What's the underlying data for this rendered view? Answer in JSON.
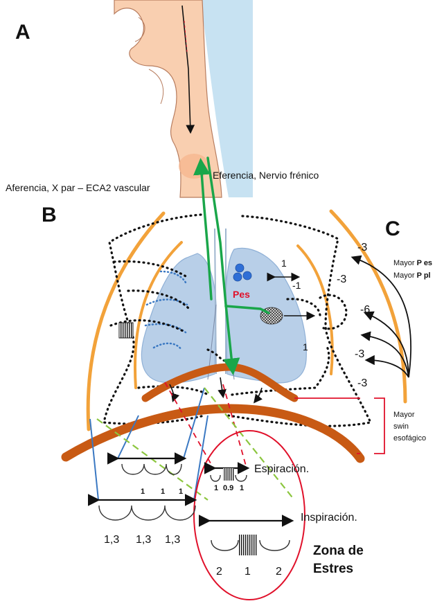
{
  "panels": {
    "a": "A",
    "b": "B",
    "c": "C"
  },
  "nerves": {
    "afferent": "Aferencia, X par – ECA2 vascular",
    "efferent": "Eferencia, Nervio frénico"
  },
  "pes_label": "Pes",
  "pressures": {
    "top_right": "-3",
    "right_1": "-3",
    "right_2": "-6",
    "right_3": "-3",
    "right_4": "-3",
    "inner_pos": "1",
    "inner_neg": "-1",
    "lower_lung": "1"
  },
  "side_notes": {
    "mayor_pes_prefix": "Mayor ",
    "mayor_pes_bold": "P es",
    "mayor_ppl_prefix": "Mayor ",
    "mayor_ppl_bold": "P pl",
    "swing_1": "Mayor",
    "swing_2": "swin",
    "swing_3": "esofágico"
  },
  "phases": {
    "expiration": "Espiración.",
    "inspiration": "Inspiración."
  },
  "alveoli_values": {
    "healthy_exp": [
      "1",
      "1",
      "1"
    ],
    "healthy_insp": [
      "1,3",
      "1,3",
      "1,3"
    ],
    "injured_exp": [
      "1",
      "0.9",
      "1"
    ],
    "injured_insp": [
      "2",
      "1",
      "2"
    ]
  },
  "stress_zone": {
    "line1": "Zona de",
    "line2": "Estres"
  },
  "colors": {
    "nerve_green": "#1aa64a",
    "diaphragm_orange": "#c85a14",
    "rib_orange": "#f2a23a",
    "lung_blue": "#b8cfe8",
    "stress_red": "#e0102a",
    "line_blue": "#3a78c2",
    "dash_green": "#8cc63f",
    "brain_skin": "#f9cfb0",
    "csf_blue": "#c7e2f2"
  }
}
